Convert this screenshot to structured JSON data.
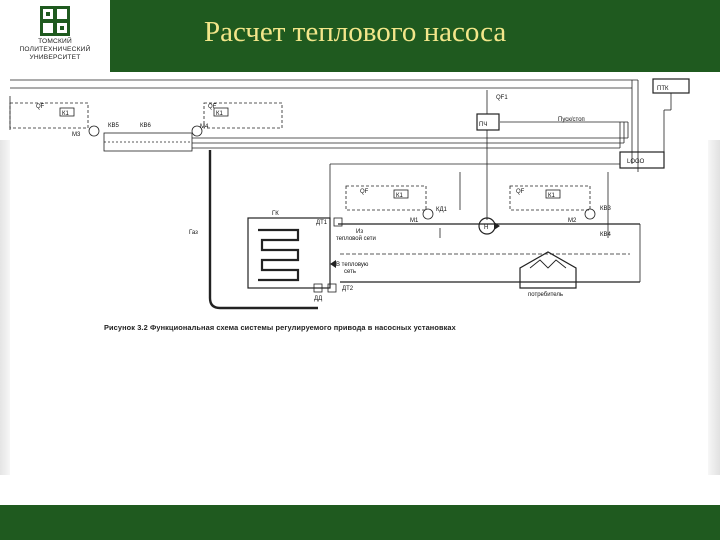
{
  "header": {
    "title": "Расчет теплового насоса",
    "logo_lines": [
      "ТОМСКИЙ",
      "ПОЛИТЕХНИЧЕСКИЙ",
      "УНИВЕРСИТЕТ"
    ]
  },
  "colors": {
    "brand_green": "#1f5a1f",
    "title_yellow": "#f2e68a",
    "line": "#222222"
  },
  "diagram": {
    "labels": {
      "ptk": "ПТК",
      "qf1": "QF1",
      "pch": "ПЧ",
      "pusk_stop": "Пуск/стоп",
      "logo": "LOGO",
      "gaz": "Газ",
      "gk": "ГК",
      "dt1": "ДТ1",
      "qf_a": "QF",
      "qf_b": "QF",
      "qf_c": "QF",
      "qf_d": "QF",
      "k1_a": "К1",
      "k1_b": "К1",
      "k1_c": "К1",
      "k1_d": "К1",
      "m3": "М3",
      "m1": "М1",
      "m2": "М2",
      "m4": "М4",
      "kv5": "КВ5",
      "kv6": "КВ6",
      "kv3": "КВ3",
      "kv4": "КВ4",
      "kd1": "КД1",
      "n_pump": "Н",
      "from_net_1": "Из",
      "from_net_2": "тепловой сети",
      "to_net_1": "В тепловую",
      "to_net_2": "сеть",
      "consumer": "потребитель",
      "dd": "ДД",
      "dt2": "ДТ2"
    },
    "caption": "Рисунок 3.2 Функциональная схема системы регулируемого привода в насосных установках"
  }
}
